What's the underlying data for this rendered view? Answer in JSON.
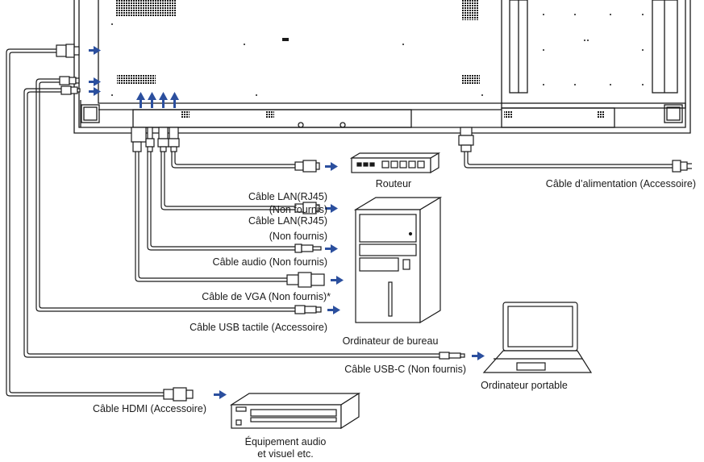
{
  "labels": {
    "lan1_line1": "Câble LAN(RJ45)",
    "lan1_line2": "(Non fournis)",
    "router": "Routeur",
    "power_cable": "Câble d’alimentation (Accessoire)",
    "lan2_line1": "Câble LAN(RJ45)",
    "lan2_line2": "(Non fournis)",
    "audio_cable": "Câble audio (Non fournis)",
    "vga_cable": "Câble de VGA (Non fournis)*",
    "usb_touch_cable": "Câble USB tactile (Accessoire)",
    "desktop": "Ordinateur de bureau",
    "usbc_cable": "Câble USB-C (Non fournis)",
    "laptop": "Ordinateur portable",
    "hdmi_cable": "Câble HDMI (Accessoire)",
    "av_line1": "Équipement audio",
    "av_line2": "et visuel etc."
  },
  "colors": {
    "line": "#1a1a1a",
    "arrow": "#2b4f9e",
    "fill": "#ffffff"
  }
}
